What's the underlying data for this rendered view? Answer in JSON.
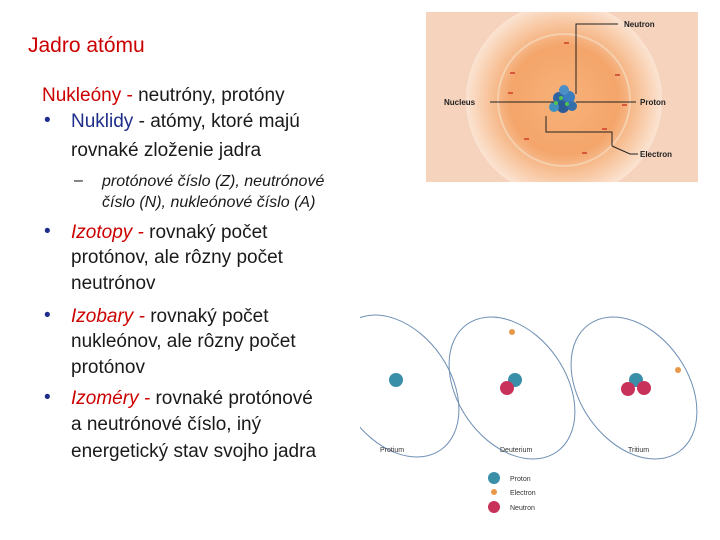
{
  "title": "Jadro atómu",
  "line1": {
    "term": "Nukleóny - ",
    "rest": " neutróny, protóny"
  },
  "nuklidy": {
    "term": "Nuklidy",
    "rest_1": " - atómy, ktoré majú",
    "rest_2": "rovnaké zloženie jadra"
  },
  "sub": {
    "line_1": "protónové číslo (Z), neutrónové",
    "line_2": "číslo (N), nukleónové číslo (A)"
  },
  "izotopy": {
    "term": "Izotopy - ",
    "rest_1": "rovnaký počet",
    "rest_2": "protónov, ale rôzny počet",
    "rest_3": "neutrónov"
  },
  "izobary": {
    "term": "Izobary - ",
    "rest_1": "rovnaký počet",
    "rest_2": "nukleónov, ale rôzny počet",
    "rest_3": "protónov"
  },
  "izomery": {
    "term": "Izoméry - ",
    "rest_1": "rovnaké protónové",
    "rest_2": "a neutrónové číslo, iný",
    "rest_3": "energetický stav svojho jadra"
  },
  "bullet": "•",
  "dash": "–",
  "atom_diagram": {
    "neutron": "Neutron",
    "nucleus": "Nucleus",
    "proton": "Proton",
    "electron": "Electron"
  },
  "isotope_diagram": {
    "protium": "Protium",
    "deuterium": "Deuterium",
    "tritium": "Tritium",
    "legend": {
      "proton": "Proton",
      "electron": "Electron",
      "neutron": "Neutron"
    },
    "colors": {
      "proton": "#3a8fa8",
      "electron": "#e89a4a",
      "neutron": "#c8325a"
    }
  }
}
